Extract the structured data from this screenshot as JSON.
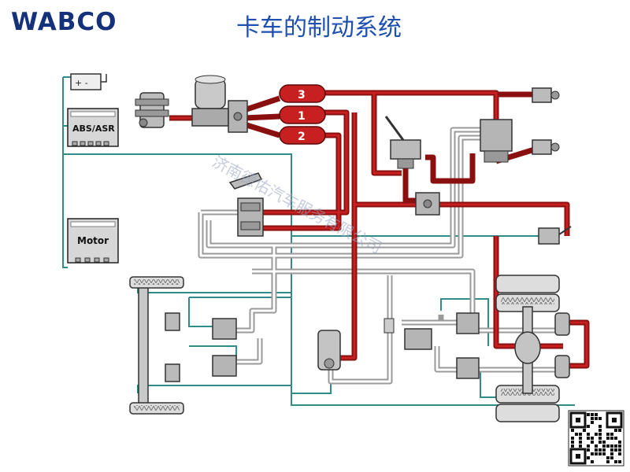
{
  "header": {
    "logo": "WABCO",
    "title": "卡车的制动系统"
  },
  "components": {
    "ecu_label": "ABS/ASR",
    "motor_label": "Motor",
    "battery_symbol": "+ -"
  },
  "reservoirs": [
    "3",
    "1",
    "2"
  ],
  "watermark": "济南德佑汽车服务有限公司",
  "colors": {
    "air_line": "#b51818",
    "electric_line": "#2f8c86",
    "control_line": "#888888",
    "logo": "#14317a",
    "title": "#1f4fb0"
  }
}
